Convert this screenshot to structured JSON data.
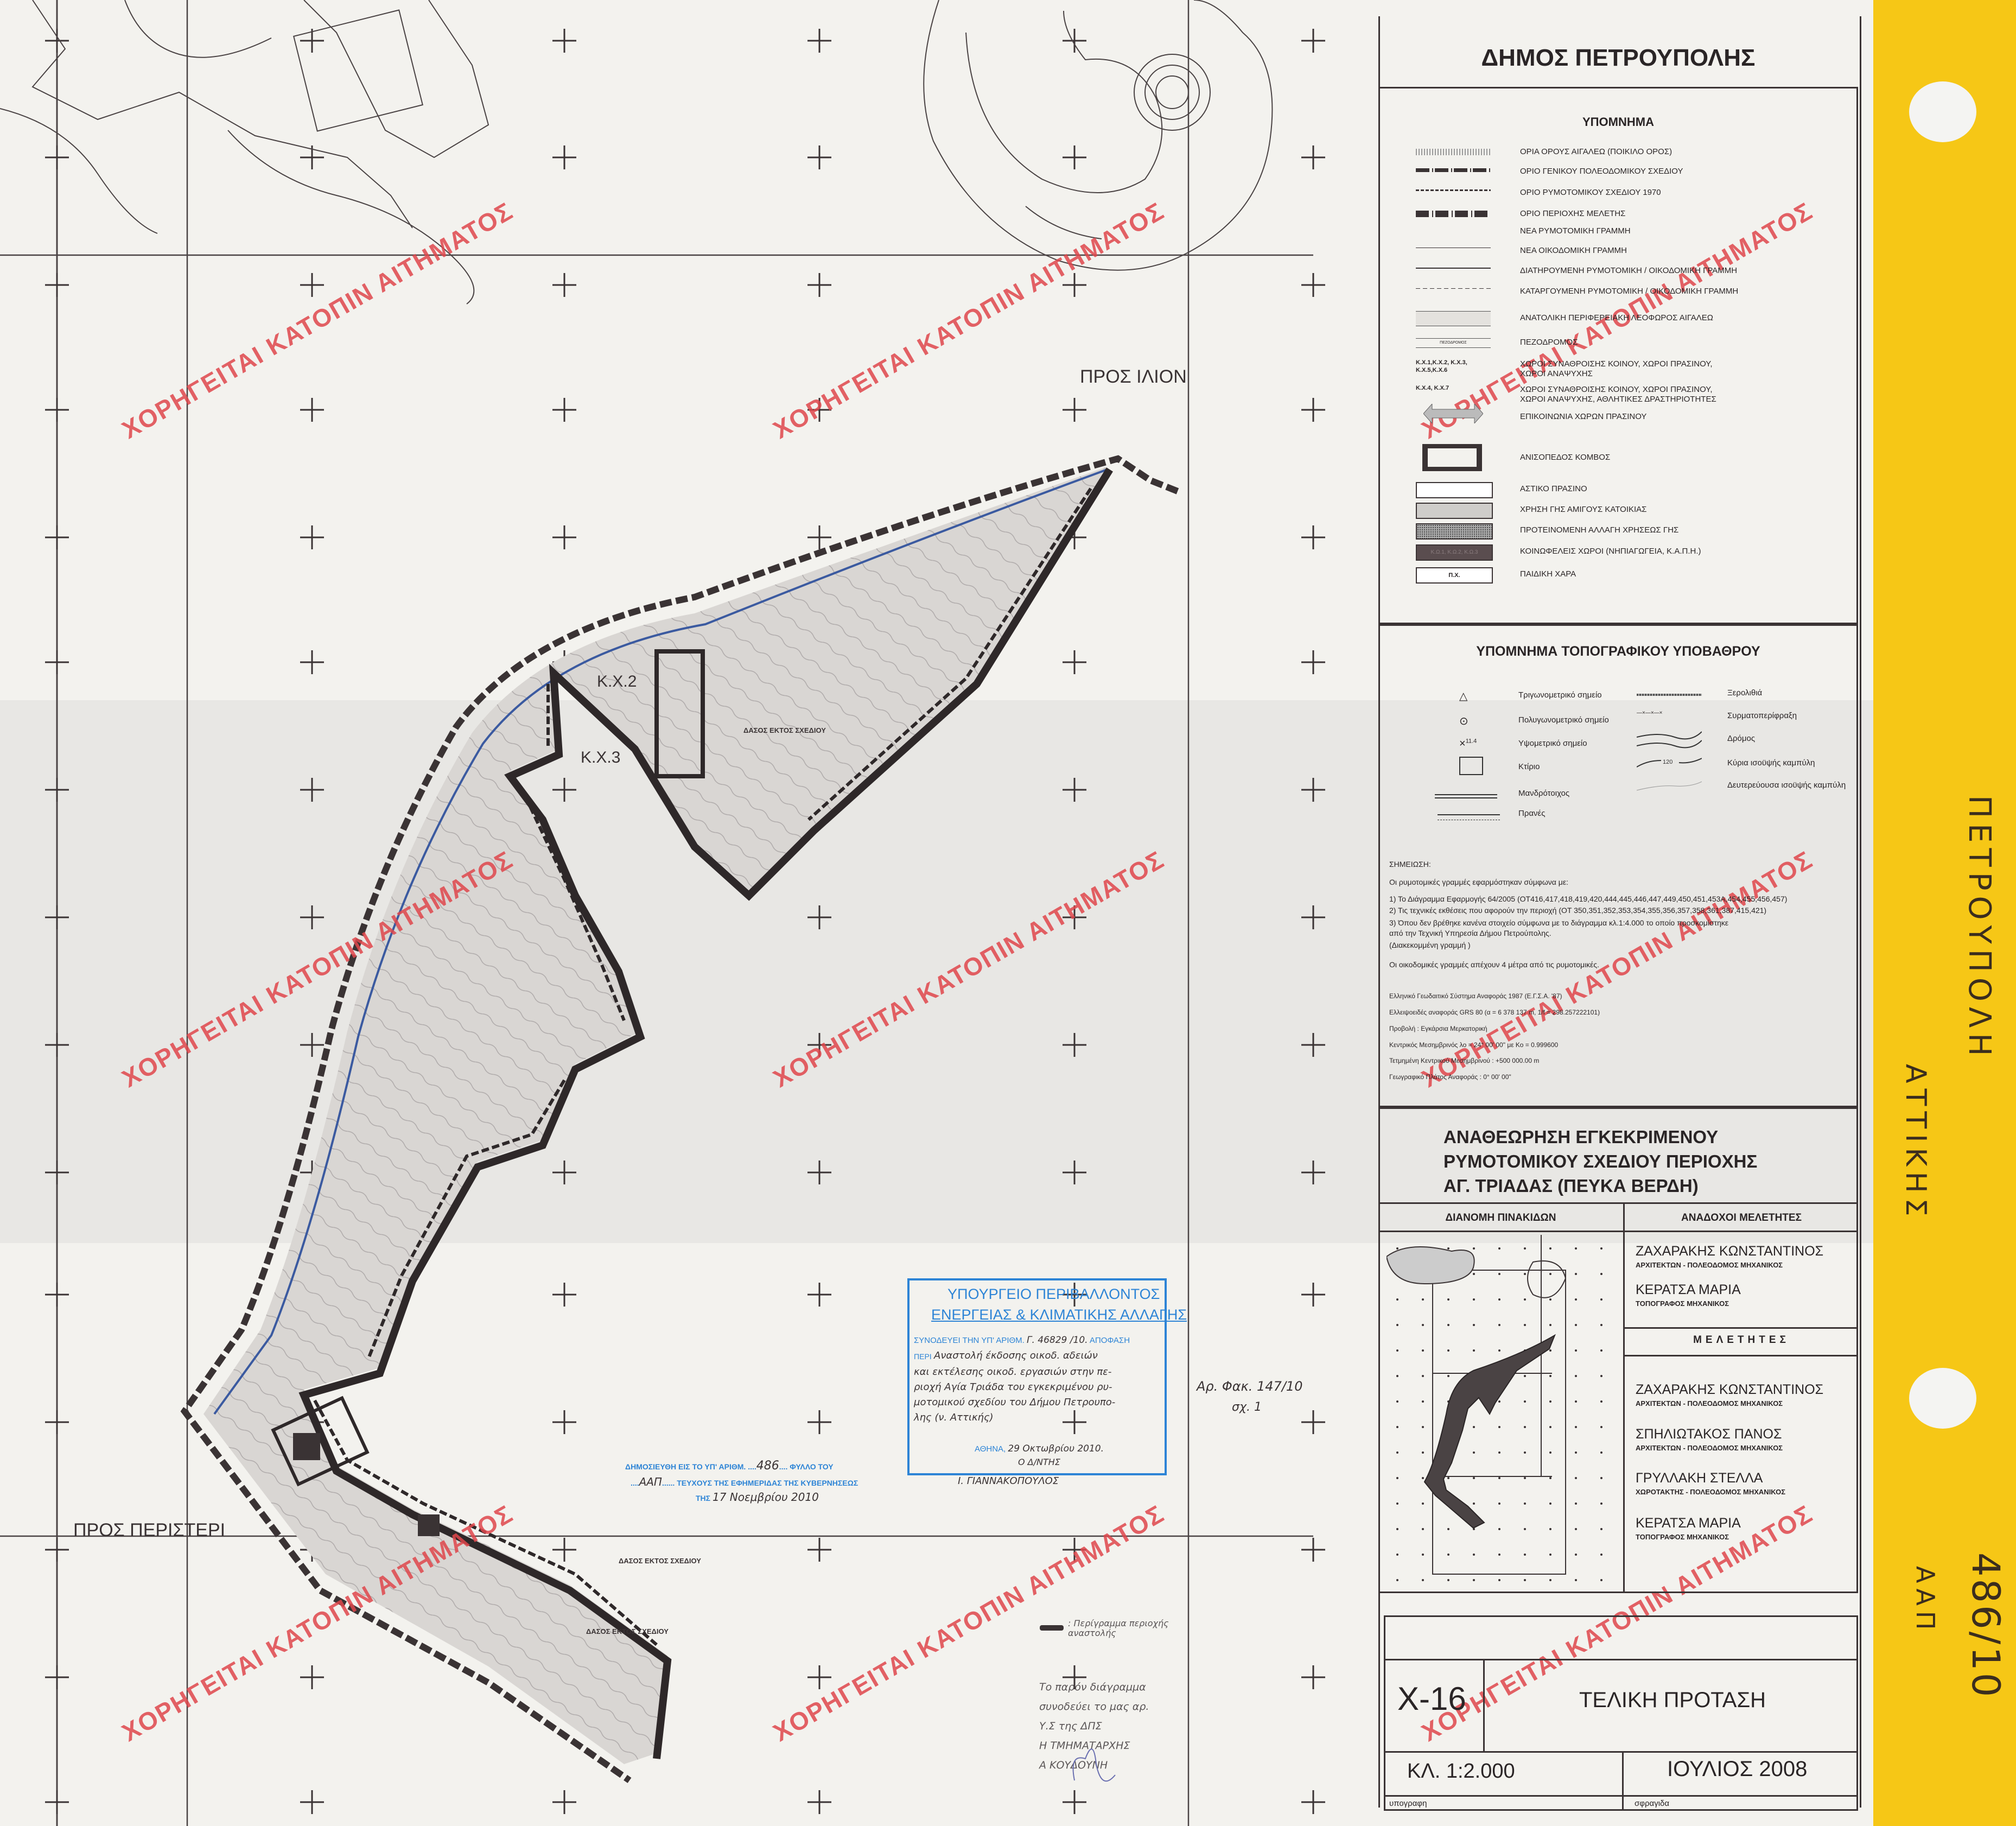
{
  "map": {
    "labels": {
      "pros_ilion": "ΠΡΟΣ ΙΛΙΟΝ",
      "pros_peristeri": "ΠΡΟΣ ΠΕΡΙΣΤΕΡΙ",
      "kx2": "Κ.Χ.2",
      "kx3": "Κ.Χ.3",
      "forest": "ΔΑΣΟΣ ΕΚΤΟΣ ΣΧΕΔΙΟΥ"
    },
    "watermark": "ΧΟΡΗΓΕΙΤΑΙ ΚΑΤΟΠΙΝ ΑΙΤΗΜΑΤΟΣ",
    "colors": {
      "watermark": "#e0474c",
      "stamp": "#2d84d6",
      "strip": "#f6c716",
      "boundary": "#3a3334",
      "blue_line": "#3b5aa0"
    }
  },
  "header": {
    "title": "ΔΗΜΟΣ ΠΕΤΡΟΥΠΟΛΗΣ"
  },
  "legend": {
    "title": "ΥΠΟΜΝΗΜΑ",
    "items": [
      {
        "symbol": "hatched-band",
        "label": "ΟΡΙΑ ΟΡΟΥΣ ΑΙΓΑΛΕΩ (ΠΟΙΚΙΛΟ ΟΡΟΣ)"
      },
      {
        "symbol": "dash-dot-thick",
        "label": "ΟΡΙΟ ΓΕΝΙΚΟΥ ΠΟΛΕΟΔΟΜΙΚΟΥ ΣΧΕΔΙΟΥ"
      },
      {
        "symbol": "fine-dash",
        "label": "ΟΡΙΟ ΡΥΜΟΤΟΜΙΚΟΥ ΣΧΕΔΙΟΥ 1970"
      },
      {
        "symbol": "heavy-dash",
        "label": "ΟΡΙΟ ΠΕΡΙΟΧΗΣ ΜΕΛΕΤΗΣ"
      },
      {
        "symbol": "none",
        "label": "ΝΕΑ ΡΥΜΟΤΟΜΙΚΗ ΓΡΑΜΜΗ"
      },
      {
        "symbol": "thin-line",
        "label": "ΝΕΑ ΟΙΚΟΔΟΜΙΚΗ ΓΡΑΜΜΗ"
      },
      {
        "symbol": "medium-line",
        "label": "ΔΙΑΤΗΡΟΥΜΕΝΗ ΡΥΜΟΤΟΜΙΚΗ / ΟΙΚΟΔΟΜΙΚΗ ΓΡΑΜΜΗ"
      },
      {
        "symbol": "thin-dash",
        "label": "ΚΑΤΑΡΓΟΥΜΕΝΗ ΡΥΜΟΤΟΜΙΚΗ / ΟΙΚΟΔΟΜΙΚΗ ΓΡΑΜΜΗ"
      },
      {
        "symbol": "avenue-band",
        "label": "ΑΝΑΤΟΛΙΚΗ ΠΕΡΙΦΕΡΕΙΑΚΗ ΛΕΟΦΩΡΟΣ ΑΙΓΑΛΕΩ"
      },
      {
        "symbol": "pedestrian",
        "symbol_text": "ΠΕΖΟΔΡΟΜΟΣ",
        "label": "ΠΕΖΟΔΡΟΜΟΣ"
      },
      {
        "symbol": "text",
        "symbol_text": "Κ.Χ.1,Κ.Χ.2, Κ.Χ.3, Κ.Χ.5,Κ.Χ.6",
        "label": "ΧΩΡΟΙ ΣΥΝΑΘΡΟΙΣΗΣ ΚΟΙΝΟΥ, ΧΩΡΟΙ ΠΡΑΣΙΝΟΥ, ΧΩΡΟΙ ΑΝΑΨΥΧΗΣ"
      },
      {
        "symbol": "text",
        "symbol_text": "Κ.Χ.4, Κ.Χ.7",
        "label": "ΧΩΡΟΙ ΣΥΝΑΘΡΟΙΣΗΣ ΚΟΙΝΟΥ, ΧΩΡΟΙ ΠΡΑΣΙΝΟΥ, ΧΩΡΟΙ ΑΝΑΨΥΧΗΣ, ΑΘΛΗΤΙΚΕΣ ΔΡΑΣΤΗΡΙΟΤΗΤΕΣ"
      },
      {
        "symbol": "double-arrow",
        "label": "ΕΠΙΚΟΙΝΩΝΙΑ ΧΩΡΩΝ ΠΡΑΣΙΝΟΥ"
      },
      {
        "symbol": "bracket-node",
        "label": "ΑΝΙΣΟΠΕΔΟΣ ΚΟΜΒΟΣ"
      },
      {
        "symbol": "white-box",
        "label": "ΑΣΤΙΚΟ ΠΡΑΣΙΝΟ"
      },
      {
        "symbol": "light-gray-box",
        "label": "ΧΡΗΣΗ ΓΗΣ ΑΜΙΓΟΥΣ ΚΑΤΟΙΚΙΑΣ"
      },
      {
        "symbol": "dotted-gray-box",
        "label": "ΠΡΟΤΕΙΝΟΜΕΝΗ ΑΛΛΑΓΗ ΧΡΗΣΕΩΣ ΓΗΣ"
      },
      {
        "symbol": "dark-box",
        "symbol_text": "Κ.Ω.1, Κ.Ω.2, Κ.Ω.3",
        "label": "ΚΟΙΝΩΦΕΛΕΙΣ ΧΩΡΟΙ (ΝΗΠΙΑΓΩΓΕΙΑ, Κ.Α.Π.Η.)"
      },
      {
        "symbol": "labeled-box",
        "symbol_text": "Π.Χ.",
        "label": "ΠΑΙΔΙΚΗ ΧΑΡΑ"
      }
    ]
  },
  "topo_legend": {
    "title": "ΥΠΟΜΝΗΜΑ ΤΟΠΟΓΡΑΦΙΚΟΥ ΥΠΟΒΑΘΡΟΥ",
    "left": [
      {
        "symbol": "triangle",
        "label": "Τριγωνομετρικό σημείο"
      },
      {
        "symbol": "circle-dot",
        "label": "Πολυγωνομετρικό σημείο"
      },
      {
        "symbol": "cross-elev",
        "symbol_text": "11.4",
        "label": "Υψομετρικό σημείο"
      },
      {
        "symbol": "building",
        "label": "Κτίριο"
      },
      {
        "symbol": "double-line",
        "label": "Μανδρότοιχος"
      },
      {
        "symbol": "slope",
        "label": "Πρανές"
      }
    ],
    "right": [
      {
        "symbol": "drystone",
        "label": "Ξερολιθιά"
      },
      {
        "symbol": "fence",
        "label": "Συρματοπερίφραξη"
      },
      {
        "symbol": "road",
        "label": "Δρόμος"
      },
      {
        "symbol": "major-contour",
        "symbol_text": "120",
        "label": "Κύρια ισοϋψής καμπύλη"
      },
      {
        "symbol": "minor-contour",
        "label": "Δευτερεύουσα ισοϋψής καμπύλη"
      }
    ]
  },
  "notes": {
    "title": "ΣΗΜΕΙΩΣΗ:",
    "intro": "Οι ρυμοτομικές γραμμές εφαρμόστηκαν σύμφωνα με:",
    "items": [
      "1) Το Διάγραμμα Εφαρμογής 64/2005  (ΟΤ416,417,418,419,420,444,445,446,447,449,450,451,453Α,454,455,456,457)",
      "2) Τις τεχνικές εκθέσεις που αφορούν την περιοχή  (ΟΤ 350,351,352,353,354,355,356,357,358,361,387,415,421)",
      "3) Όπου δεν βρέθηκε κανένα στοιχείο σύμφωνα με το διάγραμμα κλ.1:4.000 το οποίο προσκομίστηκε",
      "από την Τεχνική Υπηρεσία Δήμου Πετρούπολης.",
      "(Διακεκομμένη γραμμή                                        )"
    ],
    "building_lines": "Οι οικοδομικές γραμμές απέχουν 4 μέτρα από τις ρυμοτομικές.",
    "geodetic": [
      "Ελληνικό Γεωδαιτικό Σύστημα Αναφοράς 1987 (Ε.Γ.Σ.Α. '87)",
      "Ελλειψοειδές αναφοράς GRS 80 (α = 6 378 137 m, 1/f = 298.257222101)",
      "Προβολή : Εγκάρσια Μερκατορική",
      "Κεντρικός Μεσημβρινός λο = 24° 00' 00\" με Κο = 0.999600",
      "Τετμημένη Κεντρικού Μεσημβρινού : +500 000.00 m",
      "Γεωγραφικό Πλάτος Αναφοράς : 0° 00' 00\""
    ]
  },
  "title_block": {
    "title_lines": [
      "ΑΝΑΘΕΩΡΗΣΗ ΕΓΚΕΚΡΙΜΕΝΟΥ",
      "ΡΥΜΟΤΟΜΙΚΟΥ ΣΧΕΔΙΟΥ ΠΕΡΙΟΧΗΣ",
      "ΑΓ. ΤΡΙΑΔΑΣ (ΠΕΥΚΑ ΒΕΡΔΗ)"
    ],
    "distribution_header": "ΔΙΑΝΟΜΗ  ΠΙΝΑΚΙΔΩΝ",
    "contractors_header": "ΑΝΑΔΟΧΟΙ ΜΕΛΕΤΗΤΕΣ",
    "contractors": [
      {
        "name": "ΖΑΧΑΡΑΚΗΣ ΚΩΝΣΤΑΝΤΙΝΟΣ",
        "role": "ΑΡΧΙΤΕΚΤΩΝ - ΠΟΛΕΟΔΟΜΟΣ  ΜΗΧΑΝΙΚΟΣ"
      },
      {
        "name": "ΚΕΡΑΤΣΑ ΜΑΡΙΑ",
        "role": "ΤΟΠΟΓΡΑΦΟΣ ΜΗΧΑΝΙΚΟΣ"
      }
    ],
    "designers_header": "ΜΕΛΕΤΗΤΕΣ",
    "designers": [
      {
        "name": "ΖΑΧΑΡΑΚΗΣ ΚΩΝΣΤΑΝΤΙΝΟΣ",
        "role": "ΑΡΧΙΤΕΚΤΩΝ - ΠΟΛΕΟΔΟΜΟΣ  ΜΗΧΑΝΙΚΟΣ"
      },
      {
        "name": "ΣΠΗΛΙΩΤΑΚΟΣ ΠΑΝΟΣ",
        "role": "ΑΡΧΙΤΕΚΤΩΝ - ΠΟΛΕΟΔΟΜΟΣ  ΜΗΧΑΝΙΚΟΣ"
      },
      {
        "name": "ΓΡΥΛΛΑΚΗ ΣΤΕΛΛΑ",
        "role": "ΧΩΡΟΤΑΚΤΗΣ - ΠΟΛΕΟΔΟΜΟΣ  ΜΗΧΑΝΙΚΟΣ"
      },
      {
        "name": "ΚΕΡΑΤΣΑ ΜΑΡΙΑ",
        "role": "ΤΟΠΟΓΡΑΦΟΣ ΜΗΧΑΝΙΚΟΣ"
      }
    ]
  },
  "sheet": {
    "code": "Χ-16",
    "stage": "ΤΕΛΙΚΗ  ΠΡΟΤΑΣΗ",
    "scale": "ΚΛ. 1:2.000",
    "date": "ΙΟΥΛΙΟΣ 2008",
    "signature_label": "υπογραφη",
    "seal_label": "σφραγιδα"
  },
  "ministry_stamp": {
    "line1": "ΥΠΟΥΡΓΕΙΟ   ΠΕΡΙΒΑΛΛΟΝΤΟΣ",
    "line2": "ΕΝΕΡΓΕΙΑΣ  &  ΚΛΙΜΑΤΙΚΗΣ   ΑΛΛΑΓΗΣ",
    "accompanies_prefix": "ΣΥΝΟΔΕΥΕΙ ΤΗΝ ΥΠ' ΑΡΙΘΜ.",
    "decision_number": "Γ. 46829 /10.",
    "decision_suffix": "ΑΠΟΦΑΣΗ",
    "about_prefix": "ΠΕΡΙ",
    "about_lines": [
      "Αναστολή έκδοσης οικοδ. αδειών",
      "και εκτέλεσης οικοδ. εργασιών στην πε-",
      "ριοχή Αγία Τριάδα του εγκεκριμένου ρυ-",
      "μοτομικού σχεδίου του Δήμου Πετρουπο-",
      "λης (ν. Αττικής)"
    ],
    "place_prefix": "ΑΘΗΝΑ,",
    "date": "29 Οκτωβρίου 2010.",
    "signer_title": "Ο Δ/ΝΤΗΣ",
    "signer_name": "Ι. ΓΙΑΝΝΑΚΟΠΟΥΛΟΣ"
  },
  "publication_stamp": {
    "line1_prefix": "ΔΗΜΟΣΙΕΥΘΗ ΕΙΣ ΤΟ ΥΠ' ΑΡΙΘΜ.",
    "sheet_number": "486",
    "line1_suffix": "ΦΥΛΛΟ ΤΟΥ",
    "issue": "ΑΑΠ",
    "line2_suffix": "ΤΕΥΧΟΥΣ ΤΗΣ ΕΦΗΜΕΡΙΔΑΣ ΤΗΣ ΚΥΒΕΡΝΗΣΕΩΣ",
    "line3_prefix": "ΤΗΣ",
    "date": "17 Νοεμβρίου 2010"
  },
  "annotations": {
    "file_ref": "Αρ. Φακ. 147/10",
    "fig_ref": "σχ. 1",
    "outline_legend": ": Περίγραμμα περιοχής αναστολής",
    "note_lines": [
      "Το παρόν διάγραμμα",
      "συνοδεύει το μας αρ.",
      "Υ.Σ της ΔΠΣ",
      "Η ΤΜΗΜΑΤΑΡΧΗΣ",
      "Α  ΚΟΥΔΟΥΝΗ"
    ]
  },
  "side_strip": {
    "municipality": "ΠΕΤΡΟΥΠΟΛΗ",
    "prefecture": "ΑΤΤΙΚΗΣ",
    "number": "486/10",
    "issue": "ΑΑΠ"
  }
}
